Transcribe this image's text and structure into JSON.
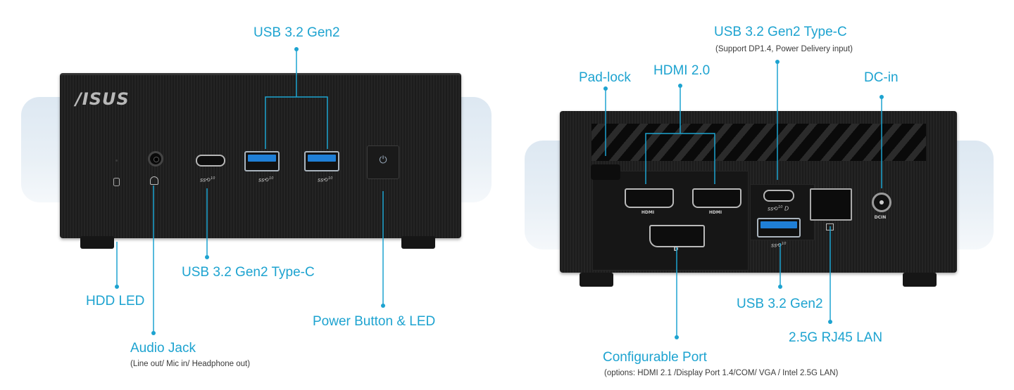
{
  "front": {
    "brand": "/ISUS",
    "logo_text": "/ISUS",
    "labels": {
      "usb_gen2": "USB 3.2 Gen2",
      "hdd_led": "HDD LED",
      "audio_jack": "Audio Jack",
      "audio_jack_sub": "(Line out/ Mic in/ Headphone out)",
      "usb_typec": "USB 3.2 Gen2 Type-C",
      "power": "Power Button & LED"
    },
    "port_marks": {
      "ss": "ss"
    }
  },
  "rear": {
    "labels": {
      "usb_typec": "USB 3.2 Gen2 Type-C",
      "usb_typec_sub": "(Support DP1.4, Power Delivery input)",
      "padlock": "Pad-lock",
      "hdmi": "HDMI 2.0",
      "dcin": "DC-in",
      "usb_gen2": "USB 3.2 Gen2",
      "lan": "2.5G RJ45 LAN",
      "config": "Configurable Port",
      "config_sub": "(options: HDMI 2.1 /Display Port 1.4/COM/ VGA / Intel 2.5G LAN)"
    },
    "port_marks": {
      "hdmi": "HDMI",
      "dcin": "DCIN"
    }
  },
  "colors": {
    "accent": "#1da3d0",
    "device": "#1c1c1c",
    "backdrop": "#e3ecf4"
  }
}
